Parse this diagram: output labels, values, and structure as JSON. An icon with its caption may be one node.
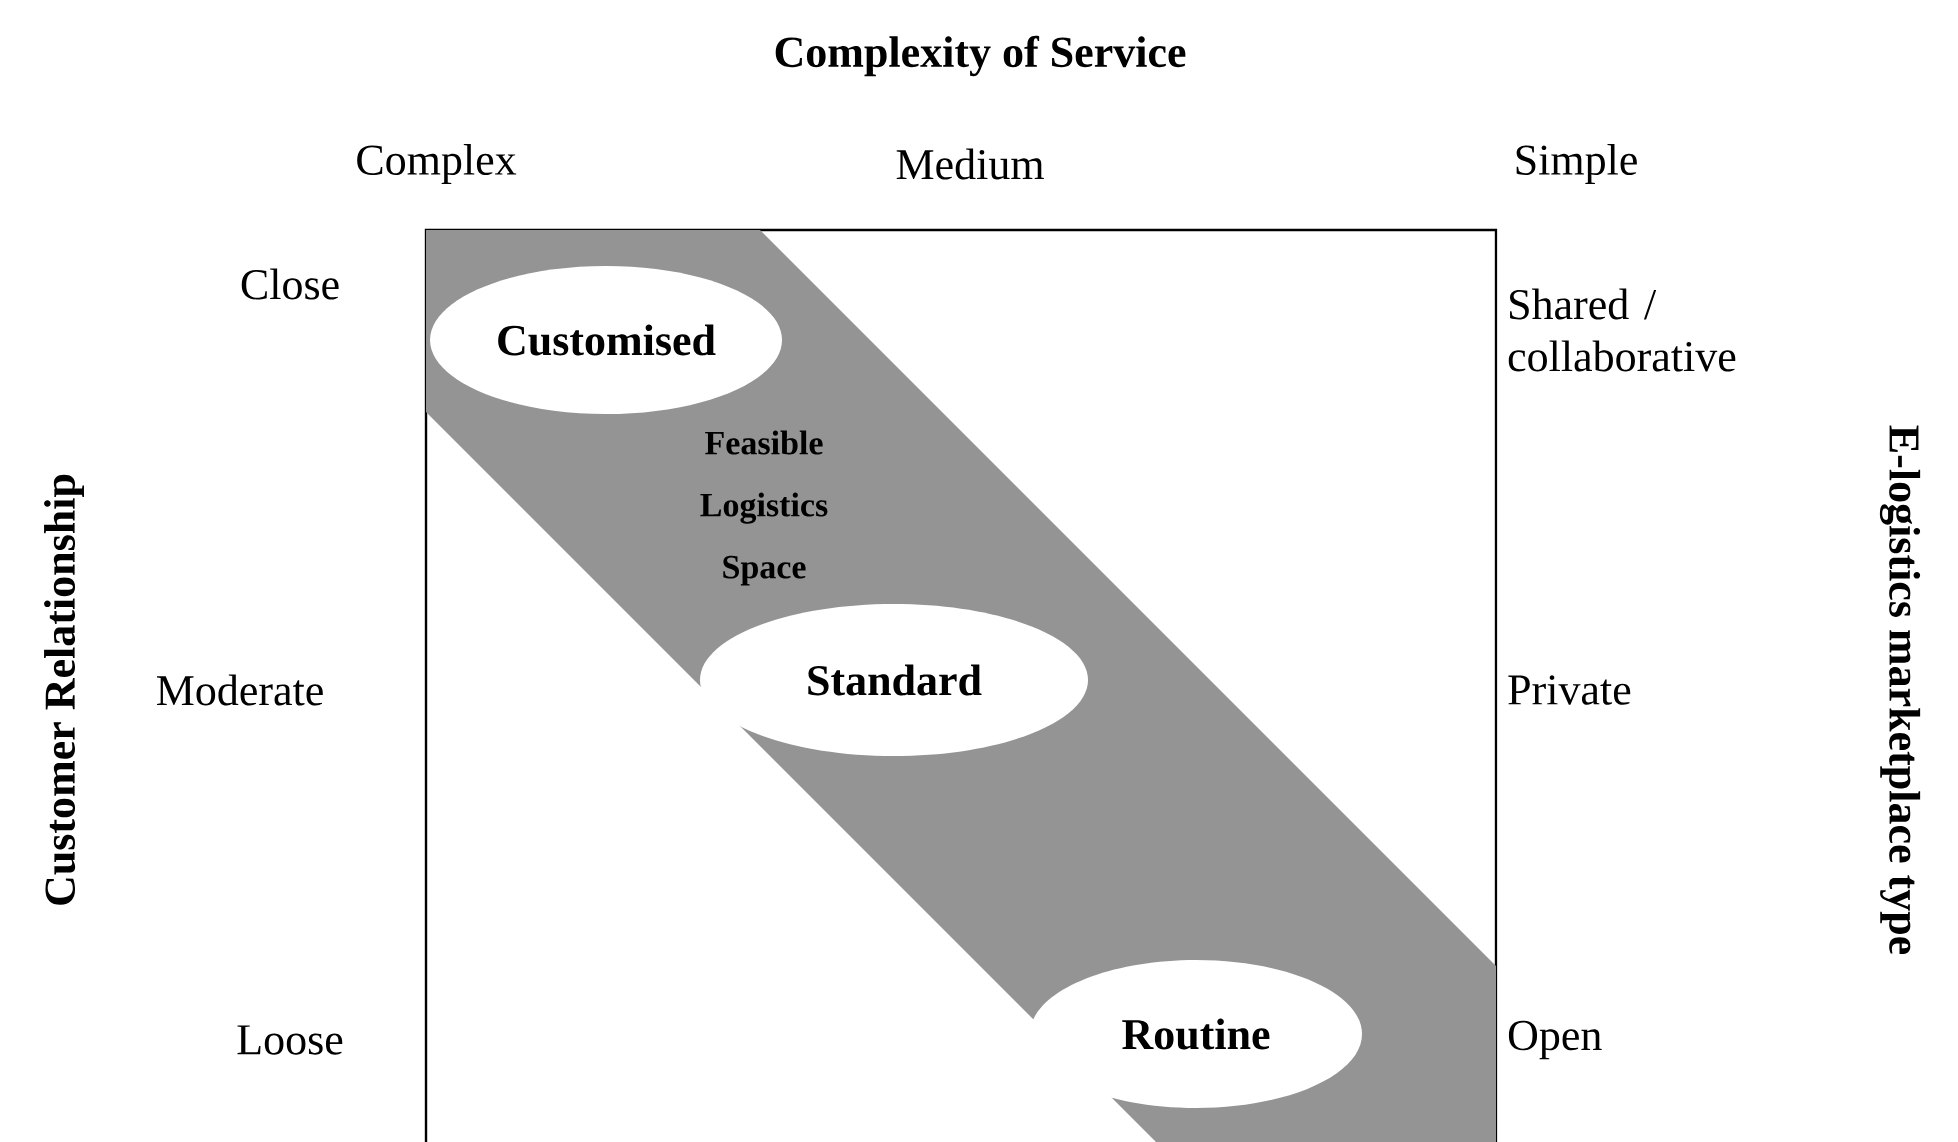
{
  "diagram": {
    "title": "Complexity of Service",
    "nodes": [
      {
        "text": [
          "Feasible Logistics Space"
        ]
      },
      {
        "text": [
          "Customised"
        ]
      },
      {
        "text": [
          "Standard"
        ]
      },
      {
        "text": [
          "Routine"
        ]
      }
    ],
    "labels": [
      "Complex",
      "Medium",
      "Simple",
      "Customer Relationship",
      "Close",
      "Shared / collaborative",
      "E-logistics marketplace type",
      "Moderate",
      "Private",
      "Loose",
      "Open"
    ]
  }
}
